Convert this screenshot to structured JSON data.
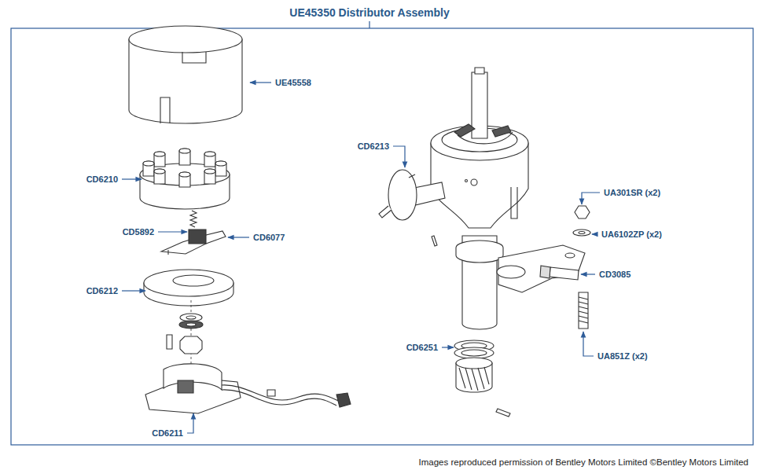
{
  "diagram": {
    "title": "UE45350 Distributor Assembly",
    "caption": "Images reproduced permission of Bentley Motors Limited ©Bentley Motors Limited",
    "labels": [
      "UE45558",
      "CD6210",
      "CD5892",
      "CD6077",
      "CD6212",
      "CD6211",
      "CD6213",
      "UA301SR (x2)",
      "UA6102ZP (x2)",
      "CD3085",
      "UA851Z (x2)",
      "CD6251"
    ]
  }
}
